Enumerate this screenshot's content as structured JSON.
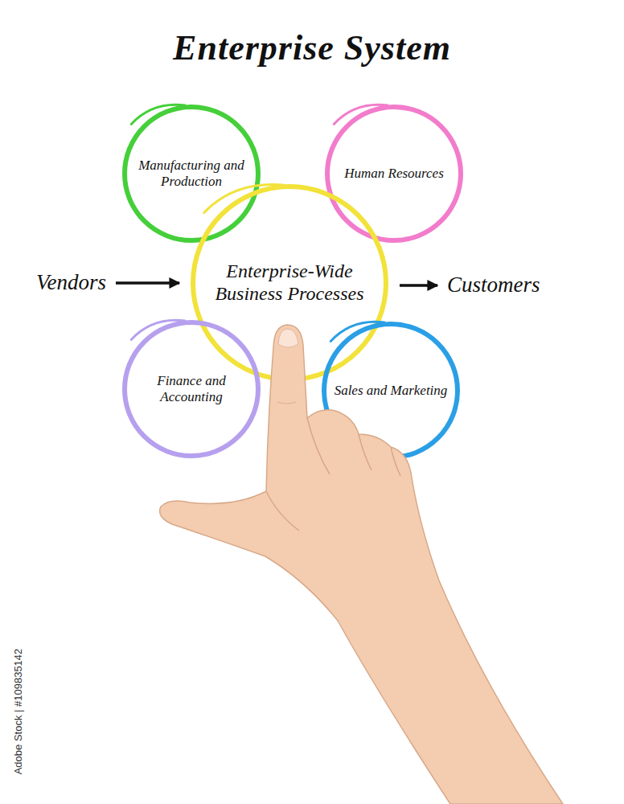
{
  "diagram": {
    "title": "Enterprise System",
    "nodes": [
      {
        "text": [
          "Manufacturing and Production"
        ]
      },
      {
        "text": [
          "Human Resources"
        ]
      },
      {
        "text": [
          "Vendors"
        ]
      },
      {
        "text": [
          "Enterprise-Wide Business Processes"
        ]
      },
      {
        "text": [
          "Customers"
        ]
      },
      {
        "text": [
          "Finance and Accounting"
        ]
      },
      {
        "text": [
          "Sales and Marketing"
        ]
      }
    ],
    "edges": [
      {
        "from": 2,
        "to": 3,
        "arrow": "to"
      },
      {
        "from": 3,
        "to": 4,
        "arrow": "to"
      }
    ],
    "labels": [
      "Adobe Stock | #109835142"
    ]
  }
}
